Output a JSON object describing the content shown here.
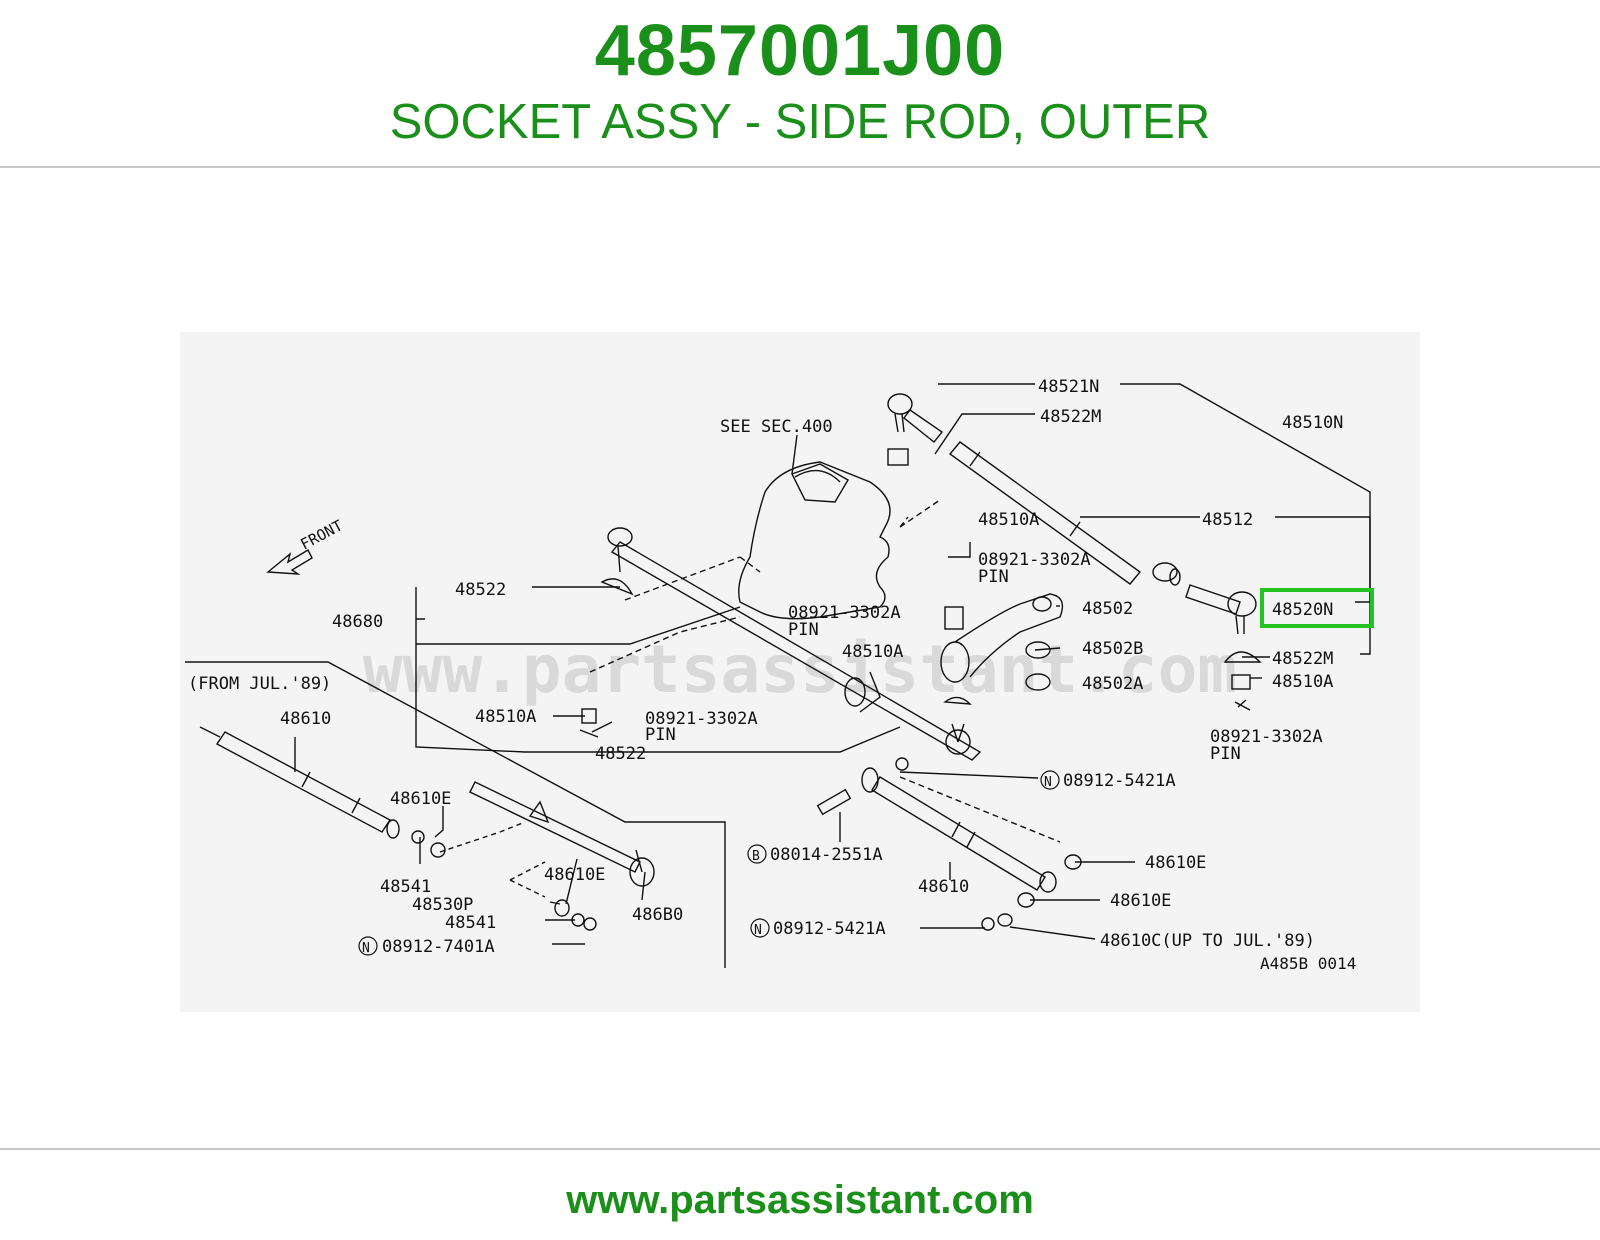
{
  "header": {
    "part_number": "4857001J00",
    "part_name": "SOCKET ASSY - SIDE ROD, OUTER"
  },
  "footer": {
    "url": "www.partsassistant.com"
  },
  "diagram": {
    "watermark": "www.partsassistant.com",
    "front_label": "FRONT",
    "see_sec": "SEE SEC.400",
    "from_note": "(FROM JUL.'89)",
    "ref_code": "A485B 0014",
    "highlight_color": "#22c322",
    "highlighted_label": "48520N",
    "labels": {
      "l48521N": "48521N",
      "l48522M_top": "48522M",
      "l48510N": "48510N",
      "l48510A_1": "48510A",
      "l08921_1": "08921-3302A",
      "pin_1": "PIN",
      "l48512": "48512",
      "l48522_a": "48522",
      "l48680": "48680",
      "l08921_2": "08921-3302A",
      "pin_2": "PIN",
      "l48502": "48502",
      "l48510A_2": "48510A",
      "l48502B": "48502B",
      "l48502A": "48502A",
      "l48522M_b": "48522M",
      "l48510A_3": "48510A",
      "l08921_3": "08921-3302A",
      "pin_3": "PIN",
      "l48510A_4": "48510A",
      "l08921_4": "08921-3302A",
      "pin_4": "PIN",
      "l48522_b": "48522",
      "l48610_a": "48610",
      "l48610E_a": "48610E",
      "l48541_a": "48541",
      "l48610E_b": "48610E",
      "l48530P": "48530P",
      "l48541_b": "48541",
      "l486B0": "486B0",
      "l08912_7401A": "08912-7401A",
      "n_mark_1": "N",
      "l08912_5421A_a": "08912-5421A",
      "n_mark_2": "N",
      "l08014_2551A": "08014-2551A",
      "b_mark": "B",
      "l48610E_c": "48610E",
      "l48610_b": "48610",
      "l48610E_d": "48610E",
      "l08912_5421A_b": "08912-5421A",
      "n_mark_3": "N",
      "l48610C": "48610C(UP TO JUL.'89)"
    }
  }
}
